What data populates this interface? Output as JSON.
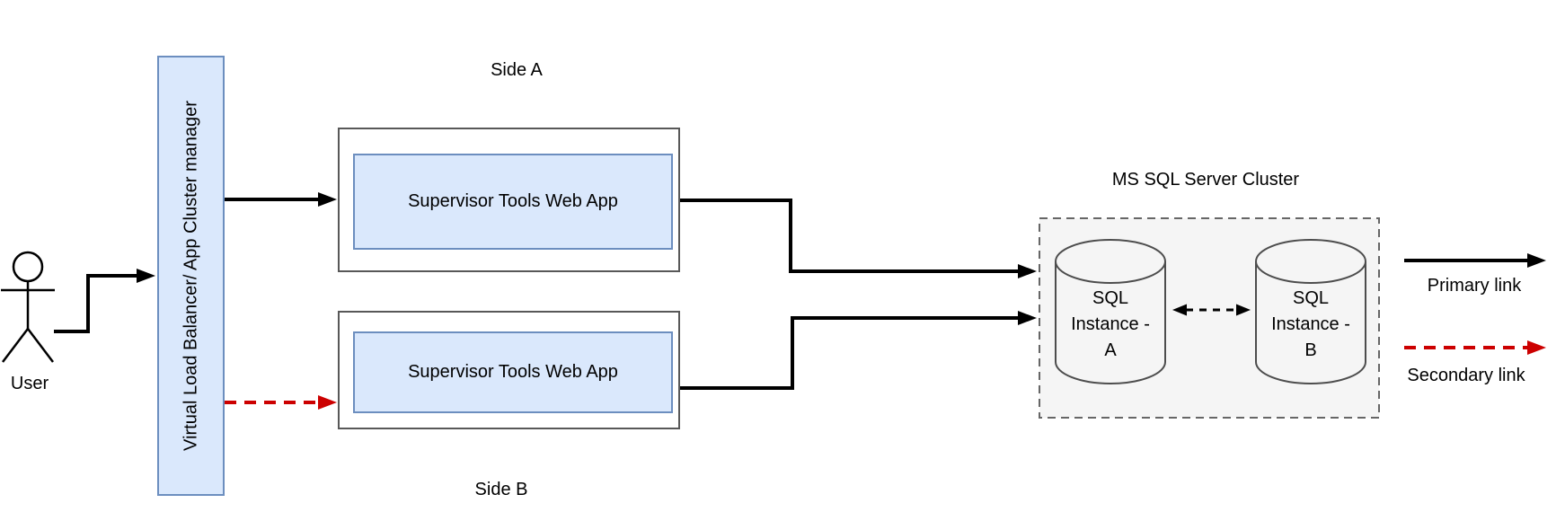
{
  "nodes": {
    "user": {
      "label": "User"
    },
    "load_balancer": {
      "label": "Virtual Load Balancer/ App Cluster manager"
    },
    "side_a": {
      "caption": "Side A",
      "app_label": "Supervisor Tools Web App"
    },
    "side_b": {
      "caption": "Side B",
      "app_label": "Supervisor Tools Web App"
    },
    "sql_cluster": {
      "title": "MS SQL Server Cluster",
      "instance_a": "SQL Instance - A",
      "instance_b": "SQL Instance - B"
    }
  },
  "legend": {
    "primary": "Primary link",
    "secondary": "Secondary link"
  },
  "colors": {
    "node_fill": "#dae8fc",
    "node_border": "#6c8ebf",
    "container_border": "#585858",
    "cluster_fill": "#f5f5f5",
    "cluster_border": "#666666",
    "primary_link": "#000000",
    "secondary_link": "#cc0000"
  }
}
